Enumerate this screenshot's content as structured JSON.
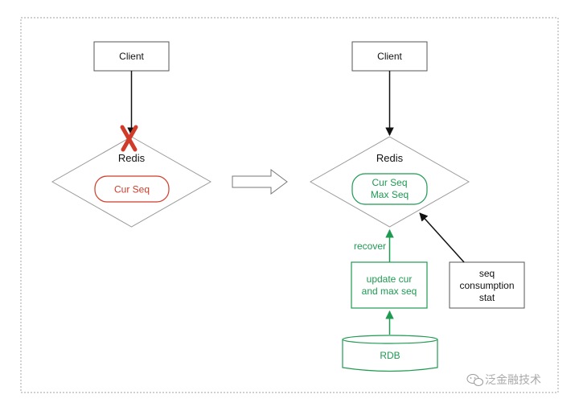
{
  "colors": {
    "black": "#111111",
    "border_gray": "#9a9a9a",
    "red": "#d13b2a",
    "green": "#1f9a52",
    "frame": "#b5b5b5"
  },
  "left": {
    "client_label": "Client",
    "redis_label": "Redis",
    "seq_label": "Cur Seq",
    "failure_mark_icon": "red-x-icon"
  },
  "transition": {
    "arrow_icon": "hollow-right-arrow-icon"
  },
  "right": {
    "client_label": "Client",
    "redis_label": "Redis",
    "seq_line1": "Cur Seq",
    "seq_line2": "Max Seq",
    "recover_label": "recover",
    "update_line1": "update cur",
    "update_line2": "and max seq",
    "stat_line1": "seq",
    "stat_line2": "consumption",
    "stat_line3": "stat",
    "rdb_label": "RDB"
  },
  "watermark": {
    "text": "泛金融技术",
    "icon": "wechat-icon"
  }
}
